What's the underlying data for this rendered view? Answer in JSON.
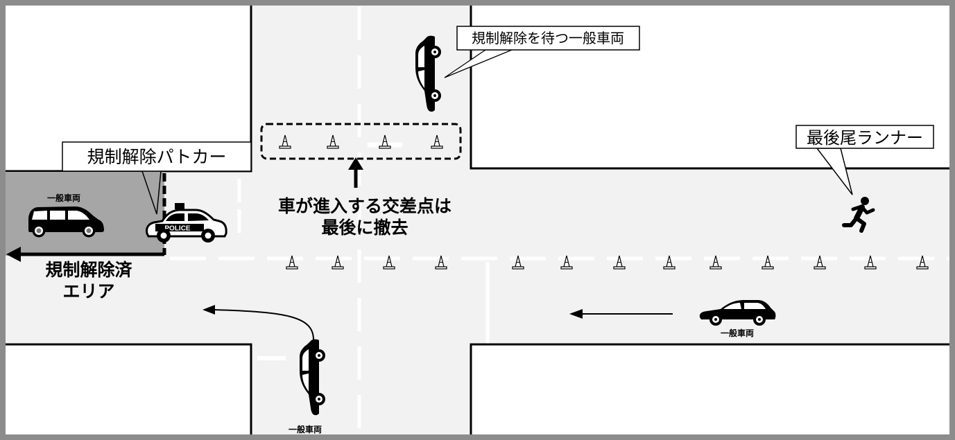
{
  "callouts": {
    "patrol_car": "規制解除パトカー",
    "waiting_vehicle": "規制解除を待つ一般車両",
    "last_runner": "最後尾ランナー"
  },
  "intersection_note": {
    "line1": "車が進入する交差点は",
    "line2": "最後に撤去"
  },
  "cleared_area": {
    "line1": "規制解除済",
    "line2": "エリア"
  },
  "vehicle_labels": {
    "cleared_area_car": "一般車両",
    "right_car": "一般車両",
    "bottom_car": "一般車両"
  },
  "police_car": {
    "badge": "POLICE"
  },
  "colors": {
    "road": "#f2f2f2",
    "block": "#ffffff",
    "cleared_area": "#a6a6a6",
    "frame": "#8c8c8c"
  },
  "icons": [
    "traffic-cone-icon",
    "police-car-icon",
    "minivan-icon",
    "sedan-icon",
    "runner-icon",
    "arrow-icon"
  ]
}
